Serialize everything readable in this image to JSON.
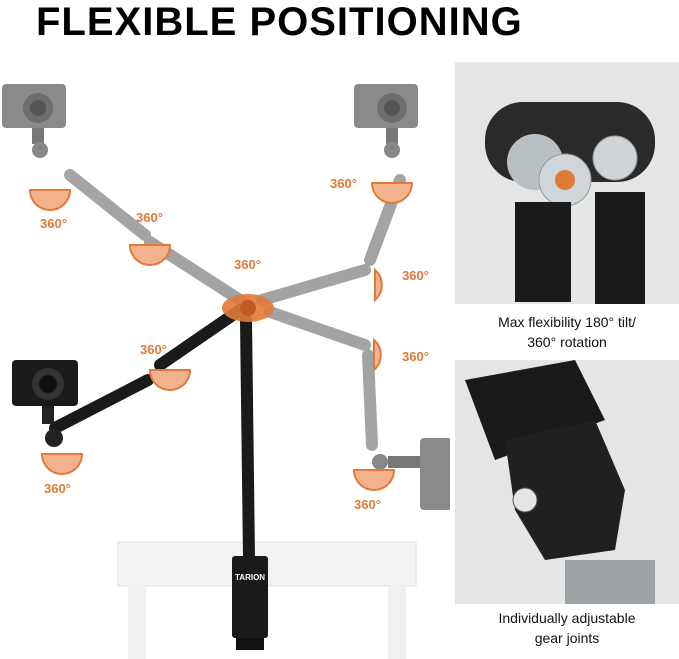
{
  "title": "FLEXIBLE POSITIONING",
  "degree_label": "360°",
  "brand": "TARION",
  "captions": {
    "top_line1": "Max flexibility 180° tilt/",
    "top_line2": "360° rotation",
    "bottom_line1": "Individually adjustable",
    "bottom_line2": "gear joints"
  },
  "colors": {
    "accent": "#e07a3a",
    "arm_gray": "#9a9a9a",
    "arm_black": "#1a1a1a",
    "panel_bg": "#e4e6e6"
  }
}
